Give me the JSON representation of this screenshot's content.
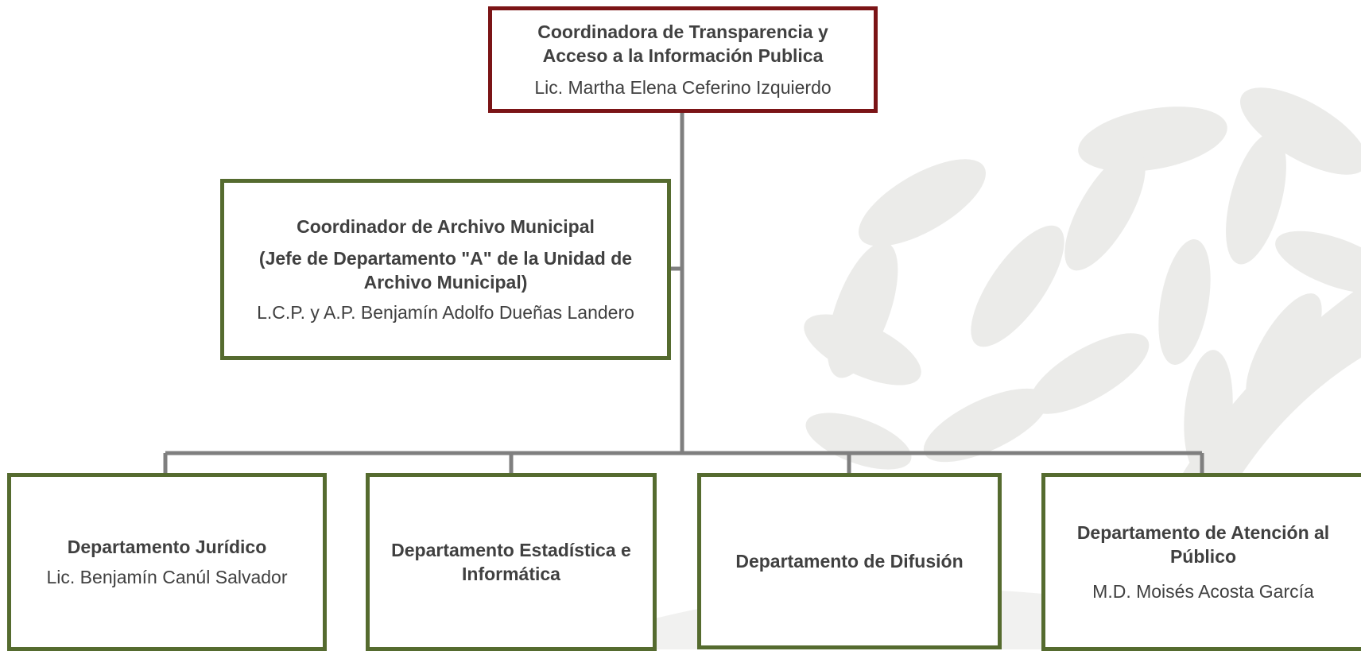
{
  "colors": {
    "top_border": "#7b1416",
    "node_border": "#556b2f",
    "connector": "#7f7f7f",
    "text": "#404040",
    "background_tree": "#ebebe9"
  },
  "top": {
    "title": "Coordinadora de Transparencia y Acceso a la Información Publica",
    "name": "Lic. Martha Elena Ceferino Izquierdo"
  },
  "assistant": {
    "title": "Coordinador de Archivo Municipal",
    "subtitle": "(Jefe de Departamento \"A\" de la Unidad de Archivo Municipal)",
    "name": "L.C.P. y A.P. Benjamín Adolfo Dueñas Landero"
  },
  "departments": [
    {
      "title": "Departamento Jurídico",
      "name": "Lic. Benjamín Canúl Salvador"
    },
    {
      "title": "Departamento Estadística e Informática",
      "name": ""
    },
    {
      "title": "Departamento de Difusión",
      "name": ""
    },
    {
      "title": "Departamento de Atención al Público",
      "name": "M.D. Moisés Acosta García"
    }
  ]
}
